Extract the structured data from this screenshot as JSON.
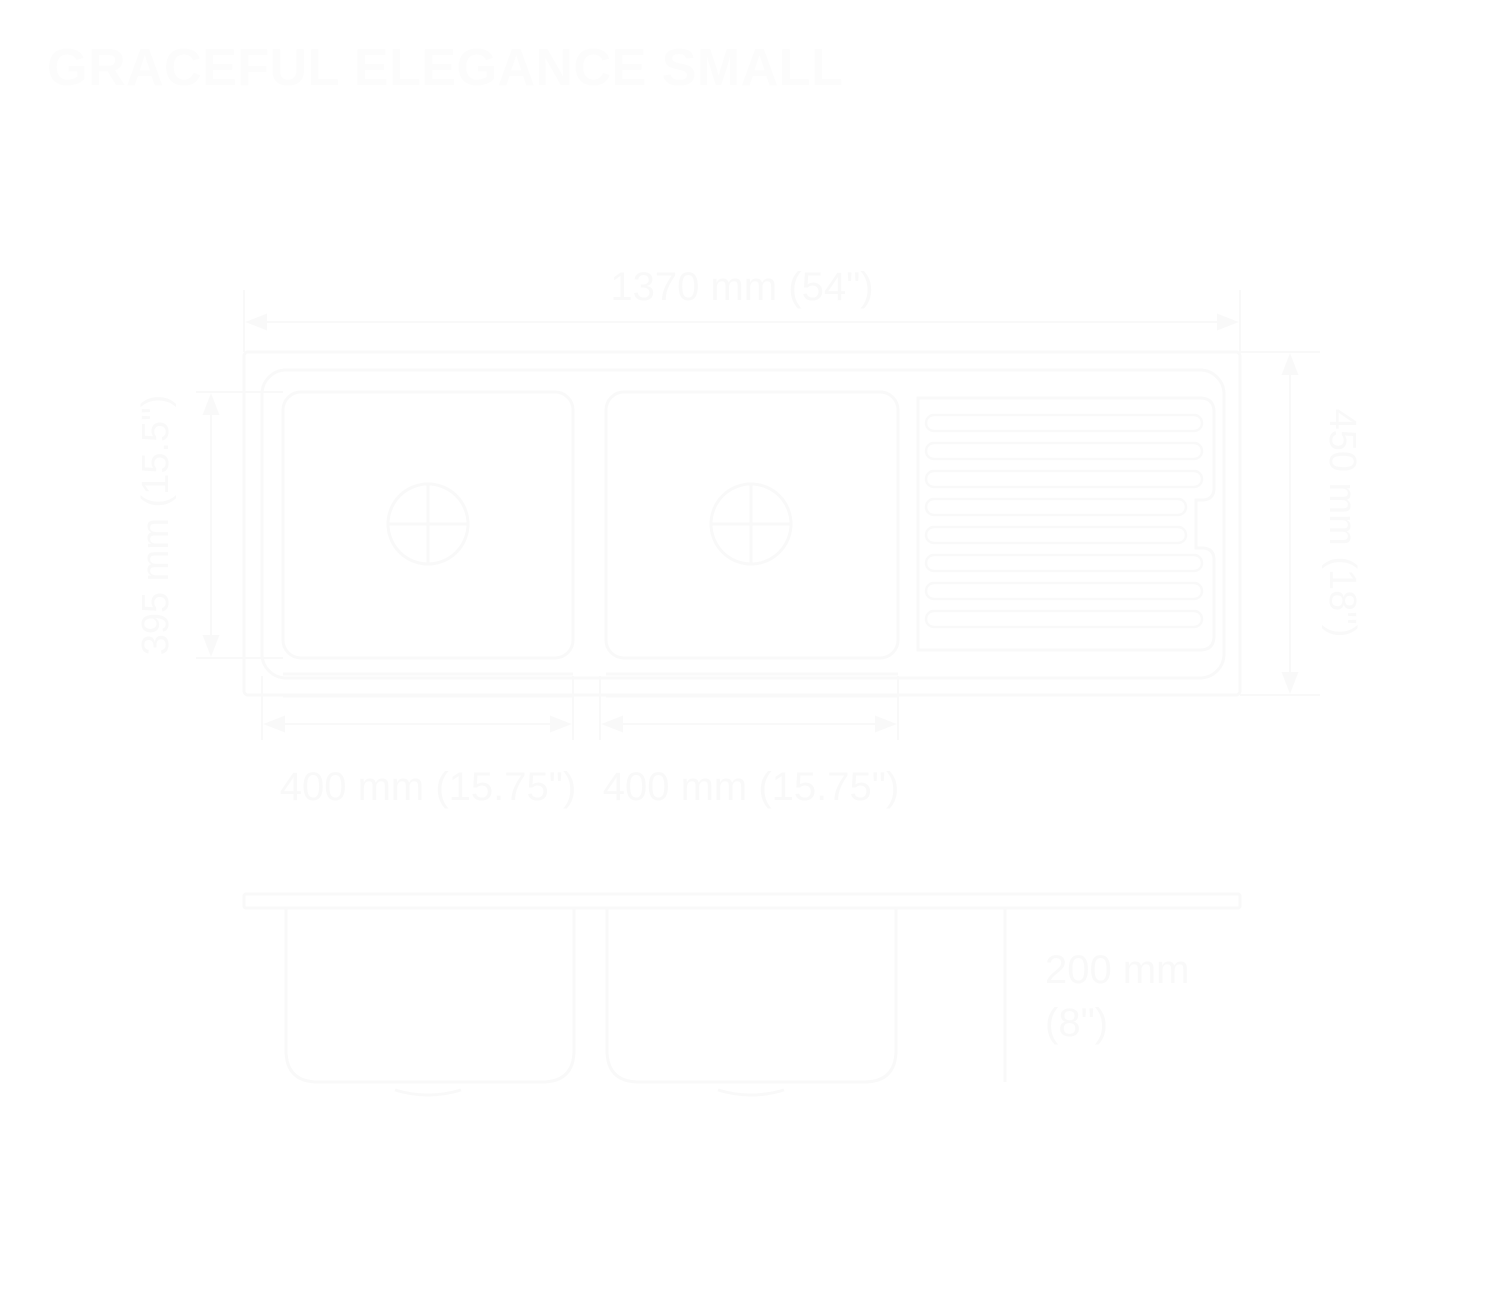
{
  "title": "GRACEFUL ELEGANCE SMALL",
  "colors": {
    "line": "#f9f9f9",
    "text": "#f9f9f9",
    "background": "#ffffff"
  },
  "dimensions": {
    "overall_width": "1370 mm (54\")",
    "depth": "450 mm (18\")",
    "bowl_front_to_back": "395 mm (15.5\")",
    "bowl1_width": "400 mm (15.75\")",
    "bowl2_width": "400 mm (15.75\")",
    "bowl_depth_line1": "200 mm",
    "bowl_depth_line2": "(8\")"
  }
}
